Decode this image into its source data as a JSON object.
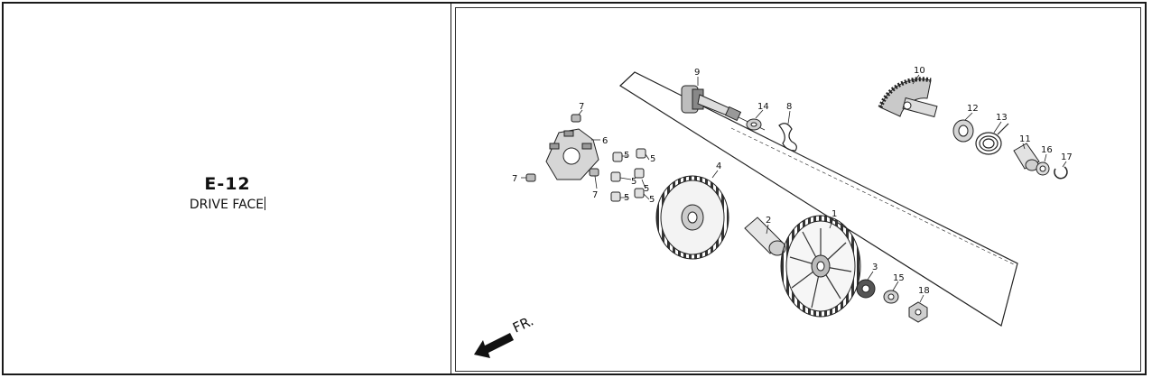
{
  "section": {
    "code": "E-12",
    "name": "DRIVE FACE"
  },
  "diagram": {
    "direction_label": "FR.",
    "parts": [
      "1",
      "2",
      "3",
      "4",
      "5",
      "6",
      "7",
      "8",
      "9",
      "10",
      "11",
      "12",
      "13",
      "14",
      "15",
      "16",
      "17",
      "18"
    ],
    "callouts": [
      {
        "label": "1"
      },
      {
        "label": "2"
      },
      {
        "label": "3"
      },
      {
        "label": "4"
      },
      {
        "label": "5"
      },
      {
        "label": "5"
      },
      {
        "label": "5"
      },
      {
        "label": "5"
      },
      {
        "label": "5"
      },
      {
        "label": "5"
      },
      {
        "label": "6"
      },
      {
        "label": "7"
      },
      {
        "label": "7"
      },
      {
        "label": "7"
      },
      {
        "label": "8"
      },
      {
        "label": "9"
      },
      {
        "label": "10"
      },
      {
        "label": "11"
      },
      {
        "label": "12"
      },
      {
        "label": "13"
      },
      {
        "label": "14"
      },
      {
        "label": "15"
      },
      {
        "label": "16"
      },
      {
        "label": "17"
      },
      {
        "label": "18"
      }
    ]
  }
}
